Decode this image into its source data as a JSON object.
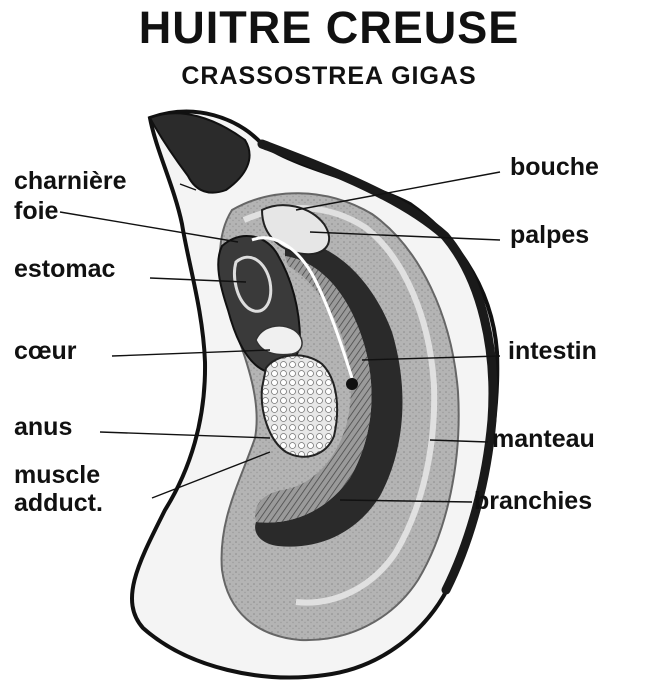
{
  "title": "HUITRE CREUSE",
  "subtitle": "CRASSOSTREA GIGAS",
  "labels": {
    "charniere": "charnière",
    "foie": "foie",
    "estomac": "estomac",
    "coeur": "cœur",
    "anus": "anus",
    "muscle_line1": "muscle",
    "muscle_line2": "adduct.",
    "bouche": "bouche",
    "palpes": "palpes",
    "intestin": "intestin",
    "manteau": "manteau",
    "branchies": "branchies"
  },
  "colors": {
    "ink": "#111111",
    "shell_light": "#f2f2f2",
    "mantle_grey": "#b8b8b8",
    "gill_grey": "#8e8e8e",
    "dark_tissue": "#2a2a2a"
  }
}
